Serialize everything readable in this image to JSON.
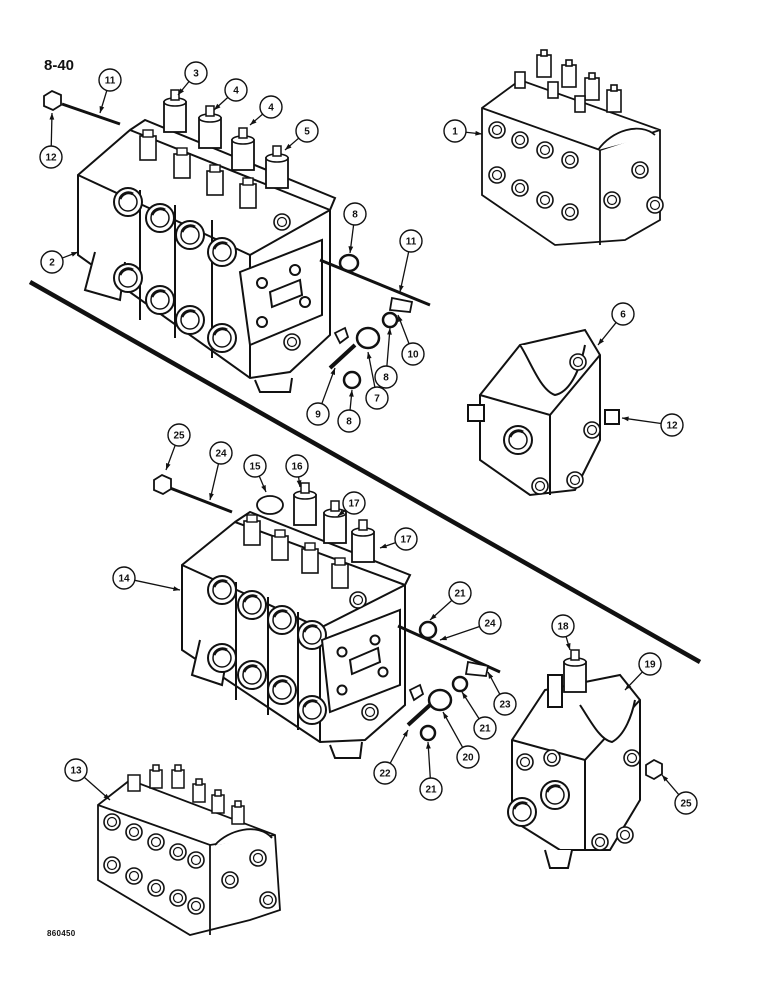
{
  "page": {
    "number": "8-40",
    "figure_code": "860450"
  },
  "callouts": [
    {
      "label": "1"
    },
    {
      "label": "2"
    },
    {
      "label": "3"
    },
    {
      "label": "4"
    },
    {
      "label": "4"
    },
    {
      "label": "5"
    },
    {
      "label": "6"
    },
    {
      "label": "7"
    },
    {
      "label": "8"
    },
    {
      "label": "8"
    },
    {
      "label": "8"
    },
    {
      "label": "9"
    },
    {
      "label": "10"
    },
    {
      "label": "11"
    },
    {
      "label": "11"
    },
    {
      "label": "12"
    },
    {
      "label": "12"
    },
    {
      "label": "13"
    },
    {
      "label": "14"
    },
    {
      "label": "15"
    },
    {
      "label": "16"
    },
    {
      "label": "17"
    },
    {
      "label": "17"
    },
    {
      "label": "18"
    },
    {
      "label": "19"
    },
    {
      "label": "20"
    },
    {
      "label": "21"
    },
    {
      "label": "21"
    },
    {
      "label": "21"
    },
    {
      "label": "22"
    },
    {
      "label": "23"
    },
    {
      "label": "24"
    },
    {
      "label": "24"
    },
    {
      "label": "25"
    },
    {
      "label": "25"
    }
  ]
}
